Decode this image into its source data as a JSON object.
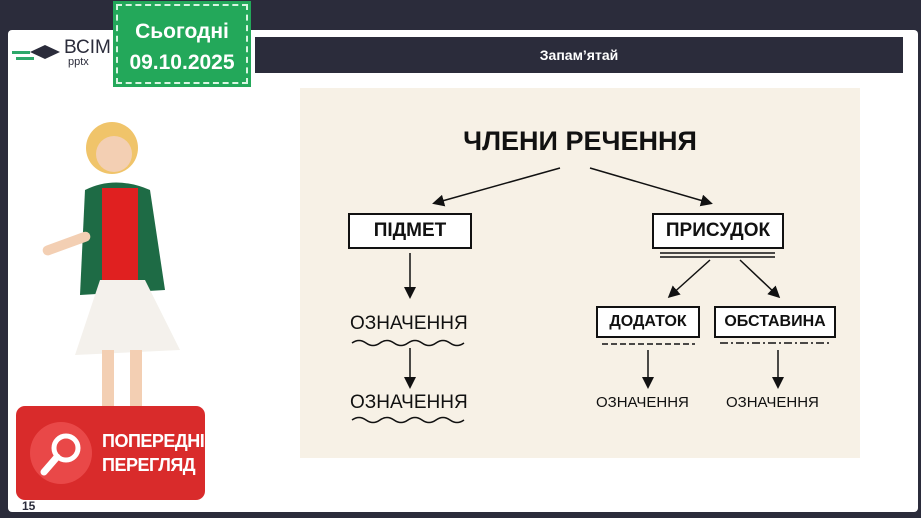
{
  "logo": {
    "brand": "ВСІМ",
    "sub": "pptx"
  },
  "today": {
    "label": "Сьогодні",
    "date": "09.10.2025"
  },
  "title": "Запам’ятай",
  "diagram": {
    "heading": "ЧЛЕНИ РЕЧЕННЯ",
    "subject": "ПІДМЕТ",
    "predicate": "ПРИСУДОК",
    "object": "ДОДАТОК",
    "adverbial": "ОБСТАВИНА",
    "attr1": "ОЗНАЧЕННЯ",
    "attr2": "ОЗНАЧЕННЯ",
    "attr3": "ОЗНАЧЕННЯ",
    "attr4": "ОЗНАЧЕННЯ"
  },
  "preview": {
    "line1": "ПОПЕРЕДНІЙ",
    "line2": "ПЕРЕГЛЯД"
  },
  "slide_number": "15",
  "colors": {
    "dark": "#2b2c3b",
    "green": "#23a85a",
    "red": "#d92b2b",
    "beige": "#f7f1e6"
  }
}
